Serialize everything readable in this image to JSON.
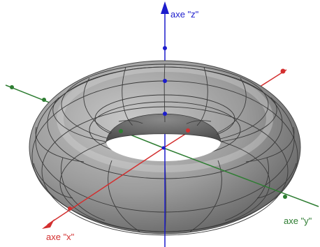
{
  "axes": {
    "x": {
      "label": "axe \"x\"",
      "color": "#d32f2f"
    },
    "y": {
      "label": "axe \"y\"",
      "color": "#2e7d32"
    },
    "z": {
      "label": "axe \"z\"",
      "color": "#1c1ccc"
    }
  },
  "surface": {
    "shape": "torus",
    "fill": "#9a9a9a",
    "mesh_color": "#3a3a3a"
  }
}
